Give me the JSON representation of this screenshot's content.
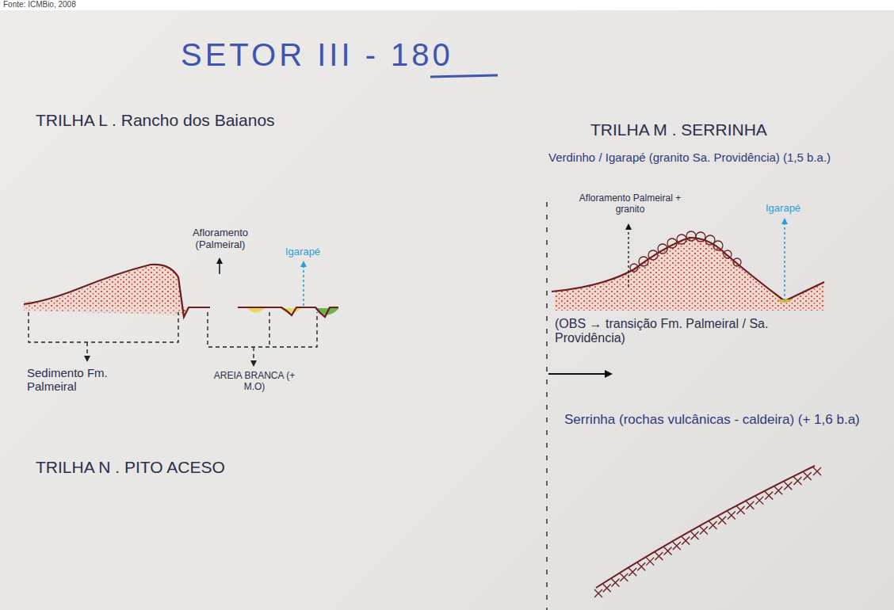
{
  "diagram": {
    "title": "SETOR III - 180",
    "labels": [
      "Fonte: ICMBio, 2008",
      "TRILHA L . Rancho dos Baianos",
      "Afloramento (Palmeiral)",
      "Igarapé",
      "Sedimento Fm. Palmeiral",
      "AREIA BRANCA (+ M.O)",
      "TRILHA N . PITO ACESO",
      "TRILHA M . SERRINHA",
      "Verdinho / Igarapé (granito Sa. Providência) (1,5 b.a.)",
      "Afloramento Palmeiral + granito",
      "Igarapé",
      "(OBS → transição Fm. Palmeiral / Sa. Providência)",
      "Serrinha (rochas vulcânicas - caldeira) (+ 1,6 b.a)"
    ]
  }
}
